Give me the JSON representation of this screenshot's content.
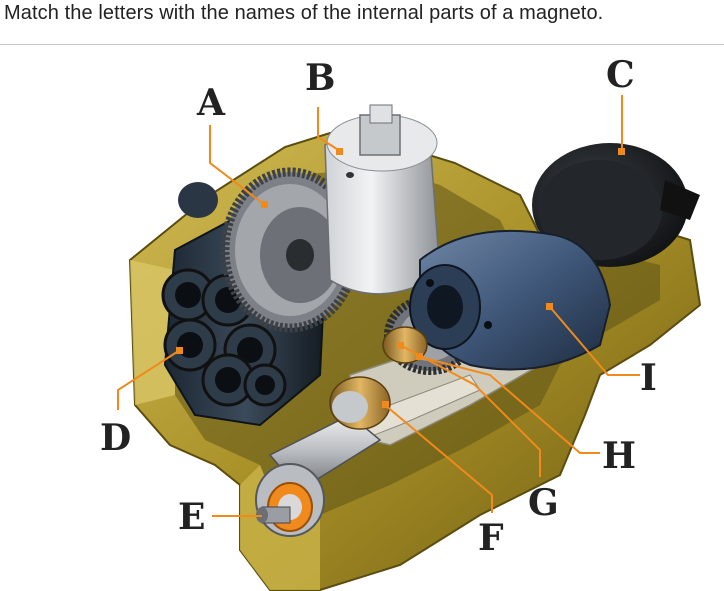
{
  "question": "Match the letters with the names of the internal parts of a magneto.",
  "labels": {
    "a": "A",
    "b": "B",
    "c": "C",
    "d": "D",
    "e": "E",
    "f": "F",
    "g": "G",
    "h": "H",
    "i": "I"
  },
  "colors": {
    "housing": "#b39a2c",
    "housing_dark": "#7d6a18",
    "housing_light": "#d3bd55",
    "leader_line": "#f08a1c",
    "blue_part": "#3d5577",
    "gear_metal": "#9a9ea4"
  }
}
